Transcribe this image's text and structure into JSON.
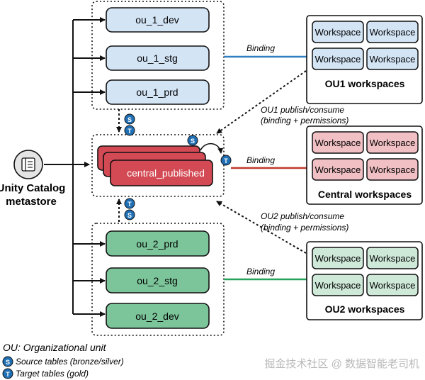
{
  "metastore": {
    "line1": "Unity Catalog",
    "line2": "metastore"
  },
  "ou1": {
    "catalogs": [
      "ou_1_dev",
      "ou_1_stg",
      "ou_1_prd"
    ]
  },
  "central": {
    "catalog": "central_published"
  },
  "ou2": {
    "catalogs": [
      "ou_2_prd",
      "ou_2_stg",
      "ou_2_dev"
    ]
  },
  "workspace_groups": [
    {
      "title": "OU1 workspaces",
      "workspace_label": "Workspace"
    },
    {
      "title": "Central workspaces",
      "workspace_label": "Workspace"
    },
    {
      "title": "OU2 workspaces",
      "workspace_label": "Workspace"
    }
  ],
  "binding_label": "Binding",
  "publish": {
    "ou1_line1": "OU1 publish/consume",
    "ou1_line2": "(binding + permissions)",
    "ou2_line1": "OU2 publish/consume",
    "ou2_line2": "(binding + permissions)"
  },
  "badges": {
    "source": "S",
    "target": "T"
  },
  "legend": {
    "title": "OU: Organizational unit",
    "source": "Source tables (bronze/silver)",
    "target": "Target tables (gold)"
  },
  "watermark": "掘金技术社区 @ 数据智能老司机",
  "colors": {
    "blue_fill": "#d3e4f5",
    "red_fill": "#d34a54",
    "green_fill": "#7cc59a",
    "ws_blue": "#d3e4f5",
    "ws_red": "#f1c0c4",
    "ws_green": "#cfe9d9",
    "line_blue": "#2f7fc1",
    "line_red": "#c0392b",
    "line_green": "#27a35c",
    "badge": "#1f6fb5"
  }
}
